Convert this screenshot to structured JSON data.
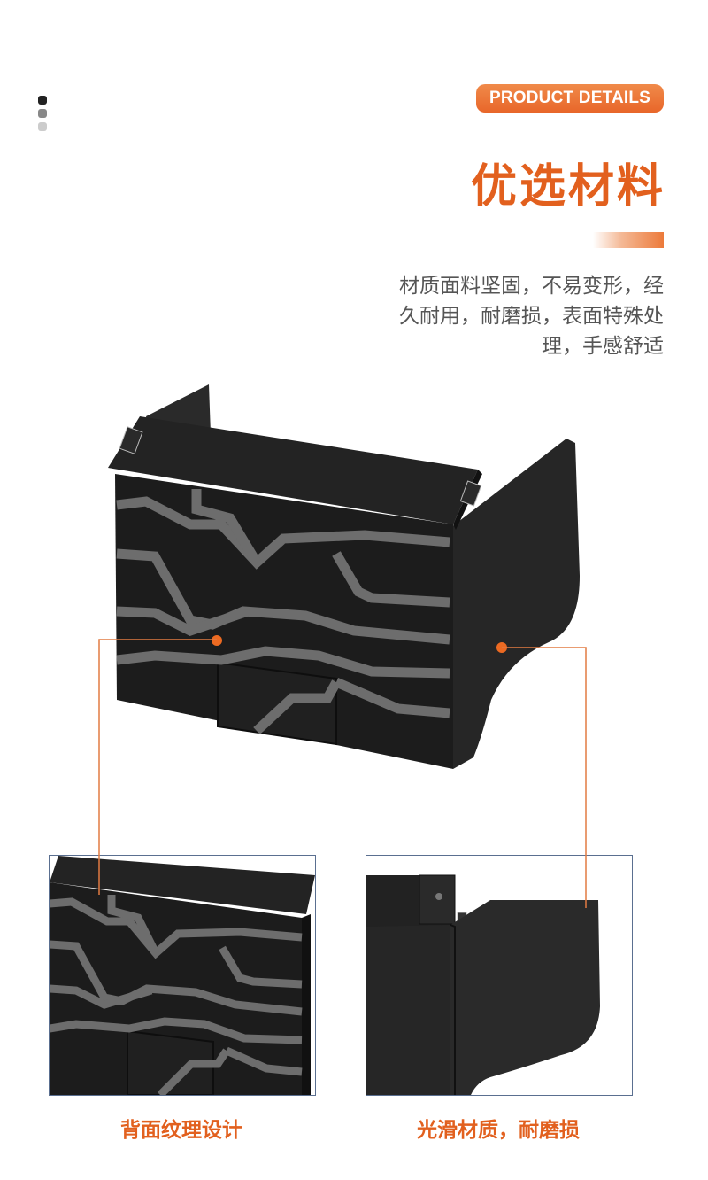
{
  "badge": {
    "label": "PRODUCT DETAILS"
  },
  "title": "优选材料",
  "description": {
    "lines": [
      "材质面料坚固，不易变形，经",
      "久耐用，耐磨损，表面特殊处",
      "理，手感舒适"
    ]
  },
  "captions": {
    "left": "背面纹理设计",
    "right": "光滑材质，耐磨损"
  },
  "colors": {
    "accent": "#e2601e",
    "product": "#1c1c1c",
    "stripe": "#6d6d6d",
    "panel_border": "#5a6f90"
  },
  "icons": {
    "pager": "vertical-dot-indicator",
    "marker": "orange-dot-marker"
  }
}
